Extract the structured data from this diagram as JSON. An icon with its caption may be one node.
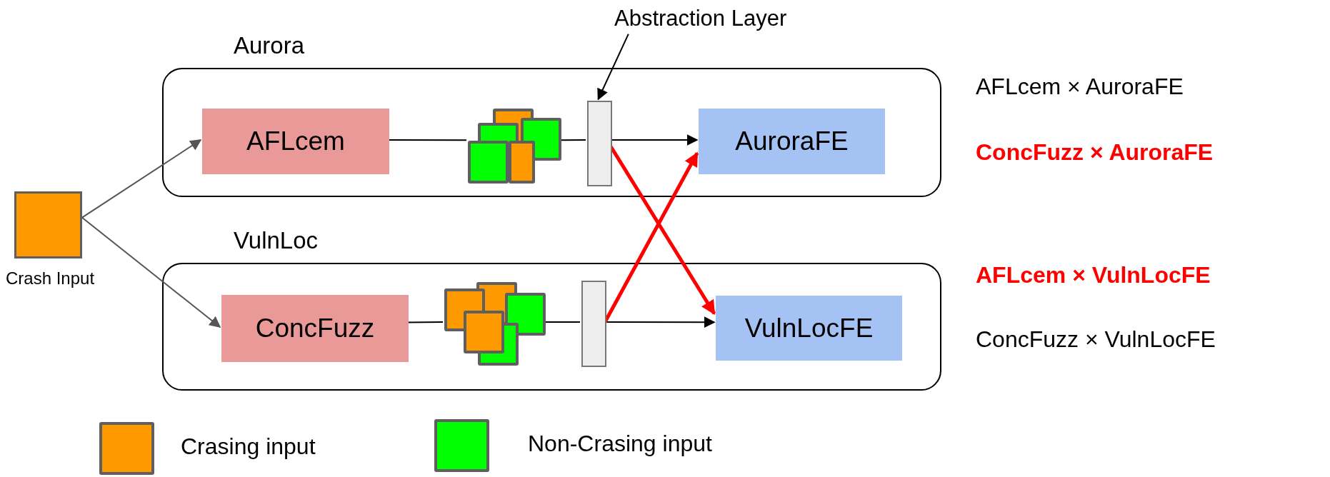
{
  "diagram": {
    "nodes": [
      {
        "text": [
          "Aurora"
        ]
      },
      {
        "text": [
          "AFLcem"
        ],
        "in": 0
      },
      {
        "text": [],
        "shape": "box",
        "in": 0
      },
      {
        "text": [],
        "shape": "bar",
        "in": 0
      },
      {
        "text": [
          "AuroraFE"
        ],
        "in": 0
      },
      {
        "text": [
          "VulnLoc"
        ]
      },
      {
        "text": [
          "ConcFuzz"
        ],
        "in": 5
      },
      {
        "text": [],
        "shape": "box",
        "in": 5
      },
      {
        "text": [],
        "shape": "bar",
        "in": 5
      },
      {
        "text": [
          "VulnLocFE"
        ],
        "in": 5
      },
      {
        "text": [],
        "shape": "box",
        "beside": [
          "Crash Input"
        ]
      },
      {
        "text": [
          "Abstraction Layer"
        ]
      }
    ],
    "edges": [
      {
        "from": 10,
        "to": 1,
        "arrow": "to",
        "color": "#555555"
      },
      {
        "from": 10,
        "to": 6,
        "arrow": "to",
        "color": "#555555"
      },
      {
        "from": 1,
        "to": 2,
        "arrow": "none"
      },
      {
        "from": 2,
        "to": 3,
        "arrow": "none"
      },
      {
        "from": 3,
        "to": 4,
        "arrow": "to"
      },
      {
        "from": 6,
        "to": 7,
        "arrow": "none"
      },
      {
        "from": 7,
        "to": 8,
        "arrow": "none"
      },
      {
        "from": 8,
        "to": 9,
        "arrow": "to"
      },
      {
        "from": 3,
        "to": 9,
        "arrow": "to",
        "style": "thick",
        "color": "#ff0000"
      },
      {
        "from": 8,
        "to": 4,
        "arrow": "to",
        "style": "thick",
        "color": "#ff0000"
      },
      {
        "from": 11,
        "to": 3,
        "arrow": "to"
      }
    ],
    "labels": [
      "AFLcem × AuroraFE",
      "ConcFuzz × AuroraFE",
      "AFLcem × VulnLocFE",
      "ConcFuzz × VulnLocFE"
    ],
    "legend": [
      {
        "text": "Crasing input",
        "color": "#ff9900"
      },
      {
        "text": "Non-Crasing input",
        "color": "#00ff00"
      }
    ]
  }
}
